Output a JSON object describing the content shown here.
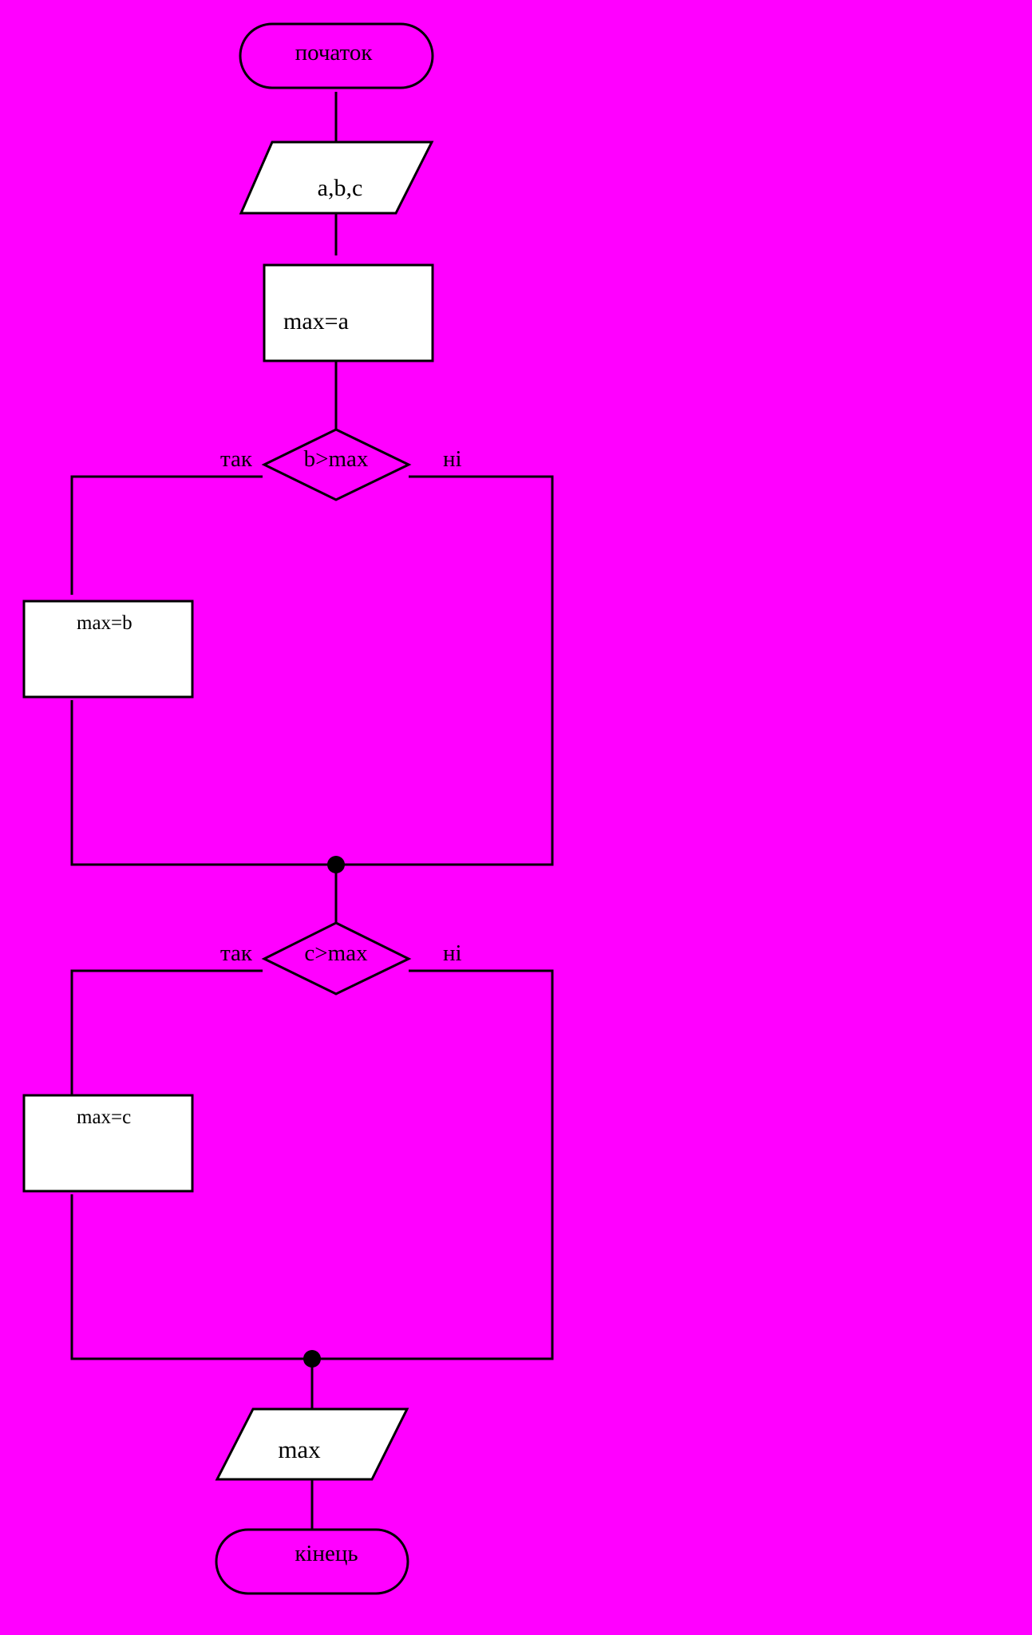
{
  "diagram": {
    "start_label": "початок",
    "input_label": "a,b,c",
    "assign_max_a": "max=a",
    "cond1_label": "b>max",
    "cond1_yes": "так",
    "cond1_no": "ні",
    "assign_max_b": "max=b",
    "cond2_label": "c>max",
    "cond2_yes": "так",
    "cond2_no": "ні",
    "assign_max_c": "max=c",
    "output_label": "max",
    "end_label": "кінець"
  },
  "colors": {
    "background": "#FF00FF",
    "box_fill": "#FFFFFF",
    "line": "#000000"
  }
}
